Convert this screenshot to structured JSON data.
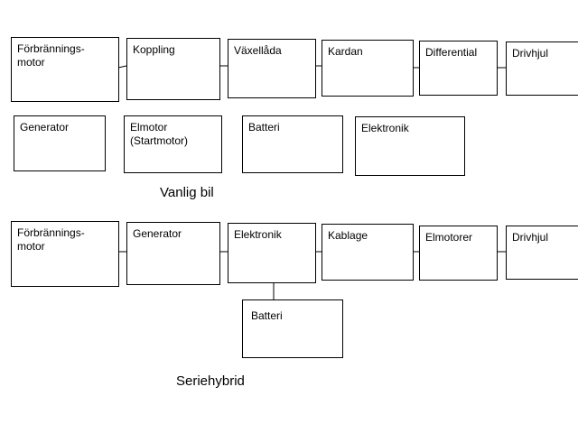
{
  "colors": {
    "line": "#000000",
    "background": "#ffffff"
  },
  "conventional": {
    "caption": "Vanlig bil",
    "drivetrain": [
      "Förbrännings-\nmotor",
      "Koppling",
      "Växellåda",
      "Kardan",
      "Differential",
      "Drivhjul"
    ],
    "components": [
      "Generator",
      "Elmotor\n(Startmotor)",
      "Batteri",
      "Elektronik"
    ]
  },
  "series_hybrid": {
    "caption": "Seriehybrid",
    "drivetrain": [
      "Förbrännings-\nmotor",
      "Generator",
      "Elektronik",
      "Kablage",
      "Elmotorer",
      "Drivhjul"
    ],
    "battery": "Batteri"
  }
}
